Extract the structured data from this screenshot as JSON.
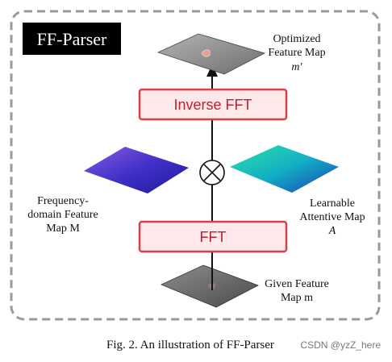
{
  "title_badge": "FF-Parser",
  "blocks": {
    "inverse_fft": "Inverse FFT",
    "fft": "FFT"
  },
  "labels": {
    "optimized": [
      "Optimized",
      "Feature Map",
      "m′"
    ],
    "frequency": [
      "Frequency-",
      "domain Feature",
      "Map M"
    ],
    "learnable": [
      "Learnable",
      "Attentive Map",
      "A"
    ],
    "given": [
      "Given Feature",
      "Map m"
    ]
  },
  "caption": "Fig. 2.  An illustration of FF-Parser",
  "watermark": "CSDN @yzZ_here",
  "colors": {
    "block_border": "#d6404a",
    "block_fill": "#fde8ea",
    "block_text": "#c0202c"
  }
}
